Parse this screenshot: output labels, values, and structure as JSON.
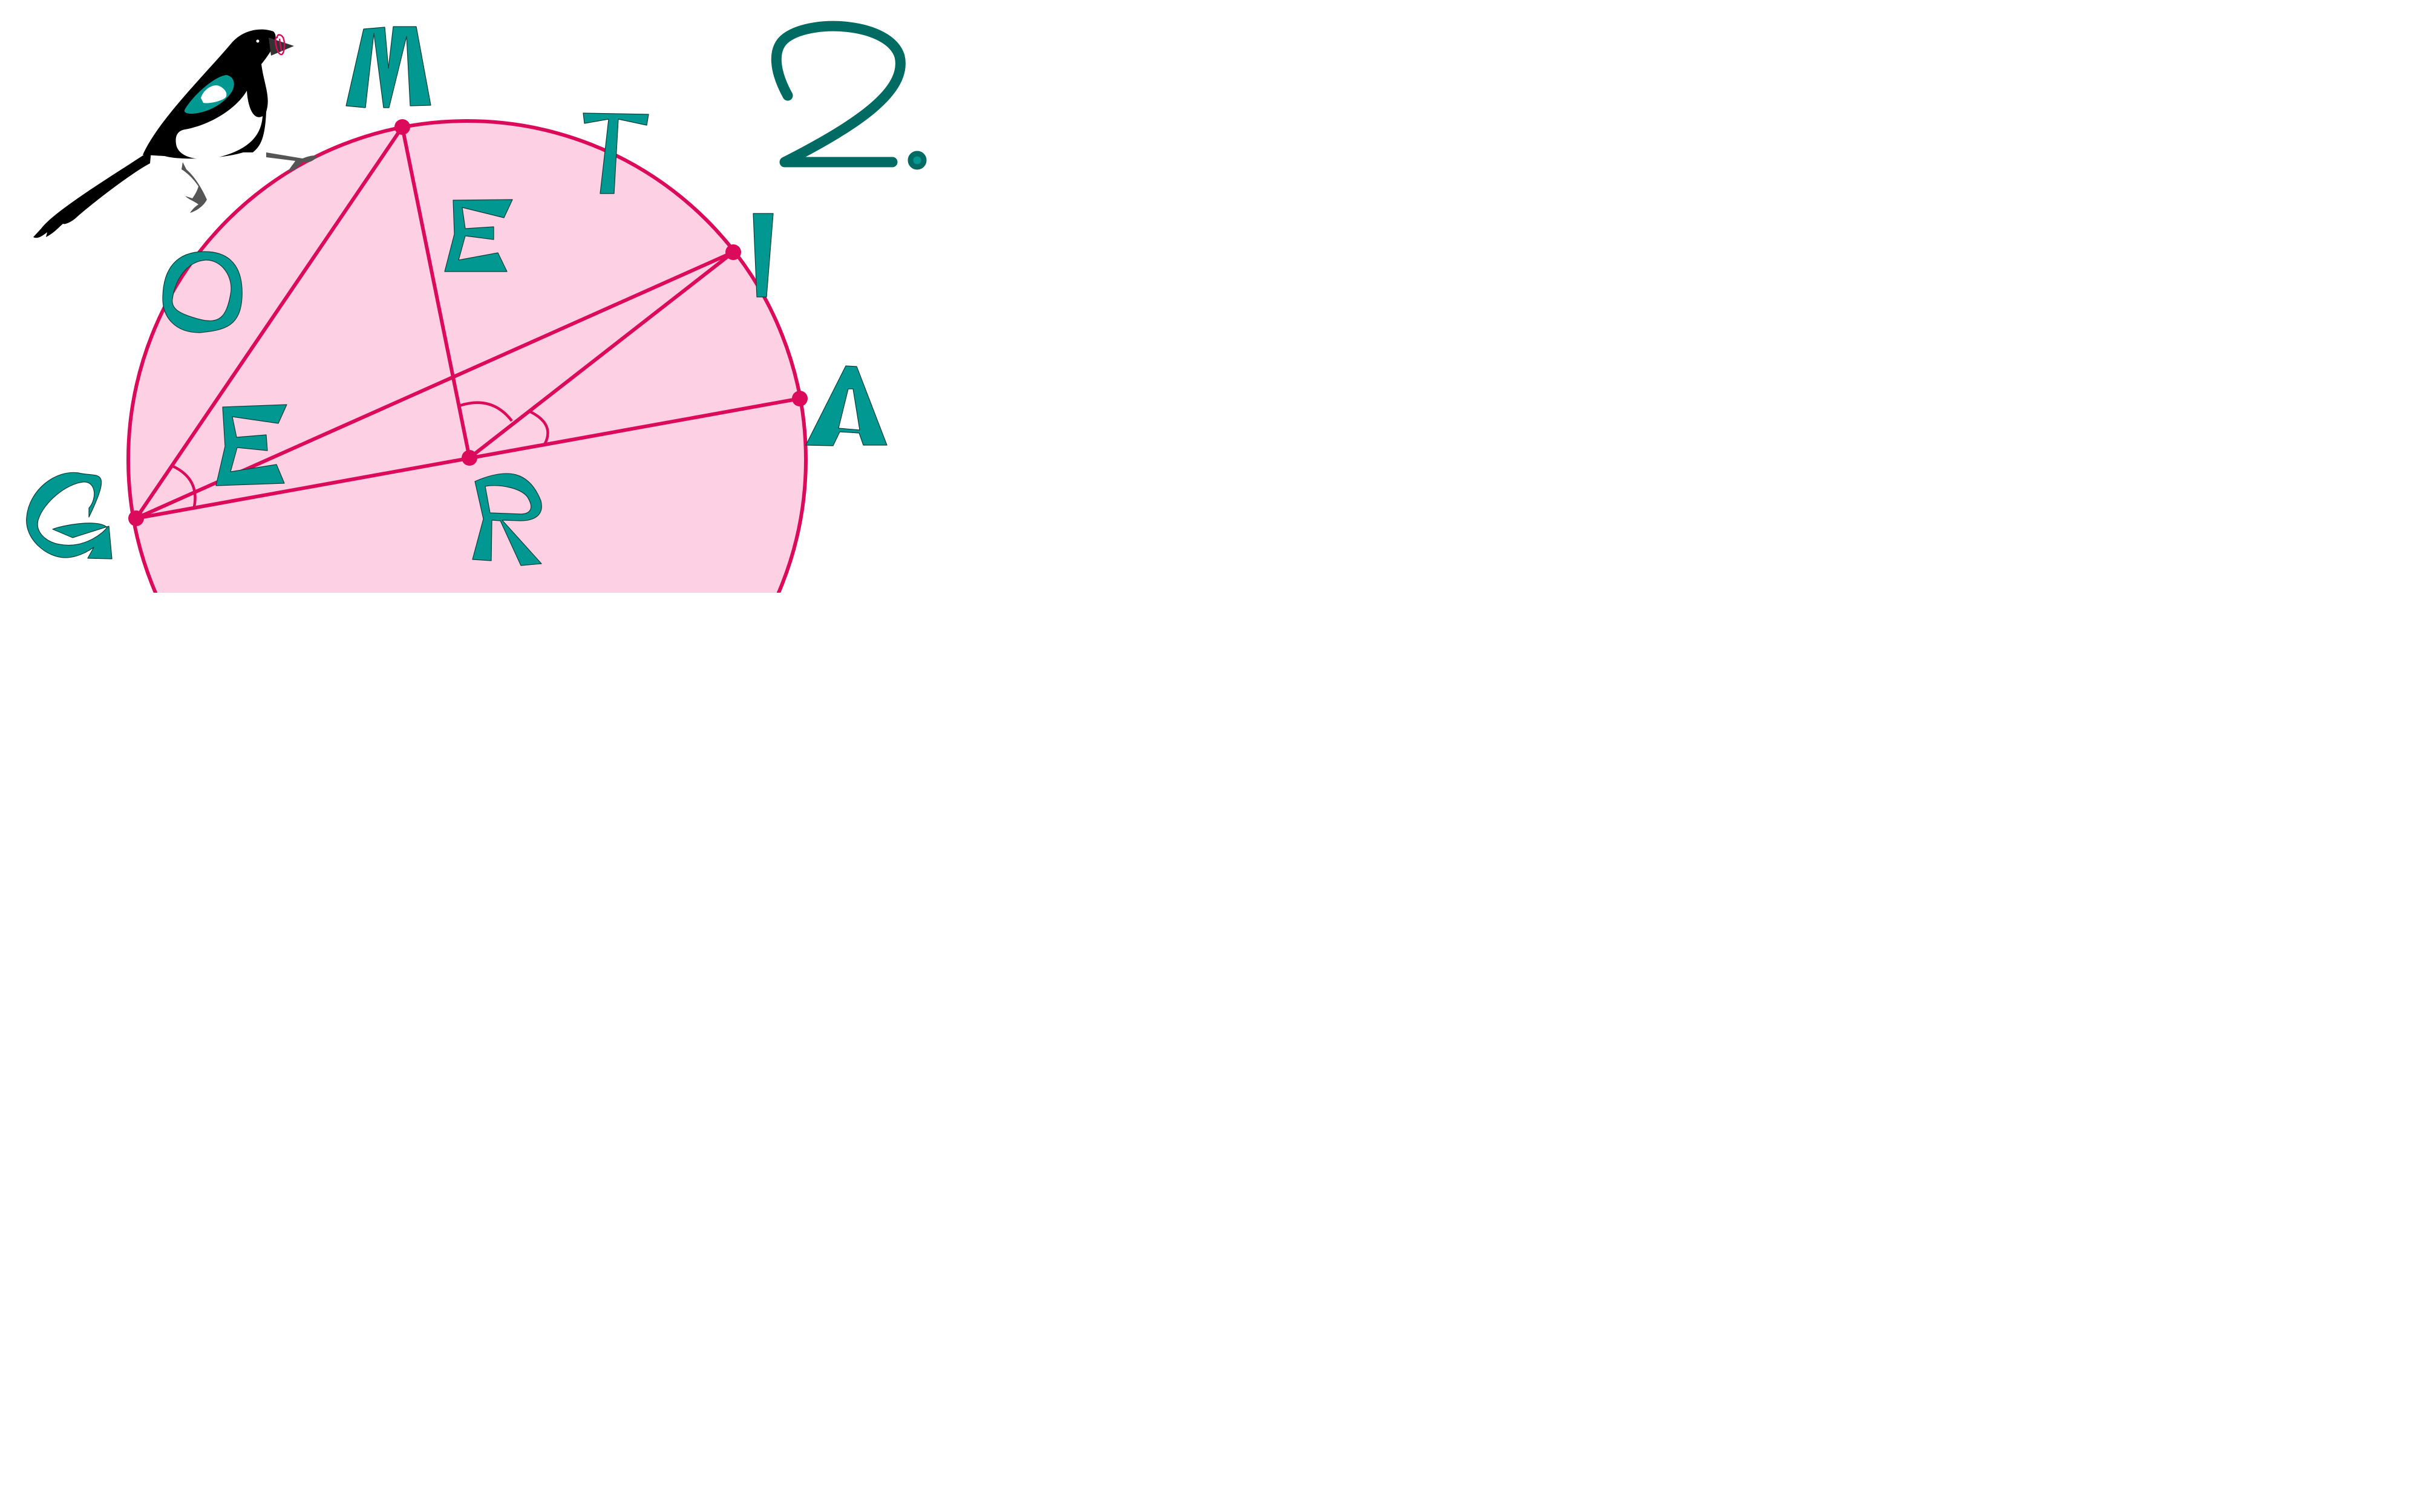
{
  "colors": {
    "circle_fill": "#fdd0e3",
    "accent_magenta": "#dc0a5a",
    "letter_teal": "#009891",
    "number_teal": "#006b63",
    "bird_black": "#000000",
    "bird_white": "#ffffff",
    "bird_teal_patch": "#009891",
    "bird_feet_gray": "#555555"
  },
  "letters": {
    "g": "G",
    "e1": "E",
    "o": "O",
    "m": "M",
    "e2": "E",
    "t": "T",
    "r": "R",
    "i": "I",
    "a": "A"
  },
  "label_number": "2.",
  "icons": {
    "bird": "magpie-icon",
    "beak_item": "paperclip-icon"
  }
}
